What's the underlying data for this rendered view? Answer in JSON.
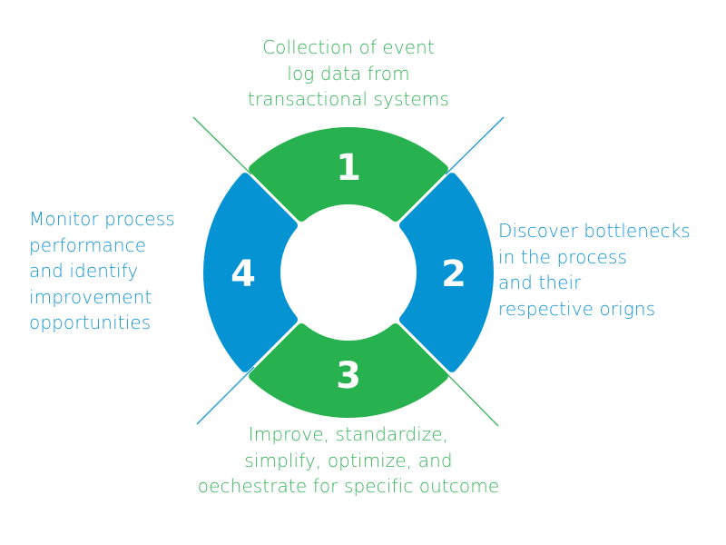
{
  "colors": {
    "green": "#27b24f",
    "blue": "#0693d3",
    "green_text": "#37b55a",
    "blue_text": "#1596d4",
    "number_text": "#ffffff"
  },
  "steps": [
    {
      "number": "1",
      "position": "top",
      "color": "green",
      "label_lines": [
        "Collection of event",
        "log data from",
        "transactional systems"
      ]
    },
    {
      "number": "2",
      "position": "right",
      "color": "blue",
      "label_lines": [
        "Discover bottlenecks",
        "in the process",
        "and their",
        "respective origns"
      ]
    },
    {
      "number": "3",
      "position": "bottom",
      "color": "green",
      "label_lines": [
        "Improve, standardize,",
        "simplify, optimize, and",
        "oechestrate for specific outcome"
      ]
    },
    {
      "number": "4",
      "position": "left",
      "color": "blue",
      "label_lines": [
        "Monitor process",
        "performance",
        "and identify",
        "improvement",
        "opportunities"
      ]
    }
  ],
  "connector_lines": [
    {
      "corner": "top-left",
      "color": "green"
    },
    {
      "corner": "top-right",
      "color": "blue"
    },
    {
      "corner": "bottom-left",
      "color": "blue"
    },
    {
      "corner": "bottom-right",
      "color": "green"
    }
  ]
}
